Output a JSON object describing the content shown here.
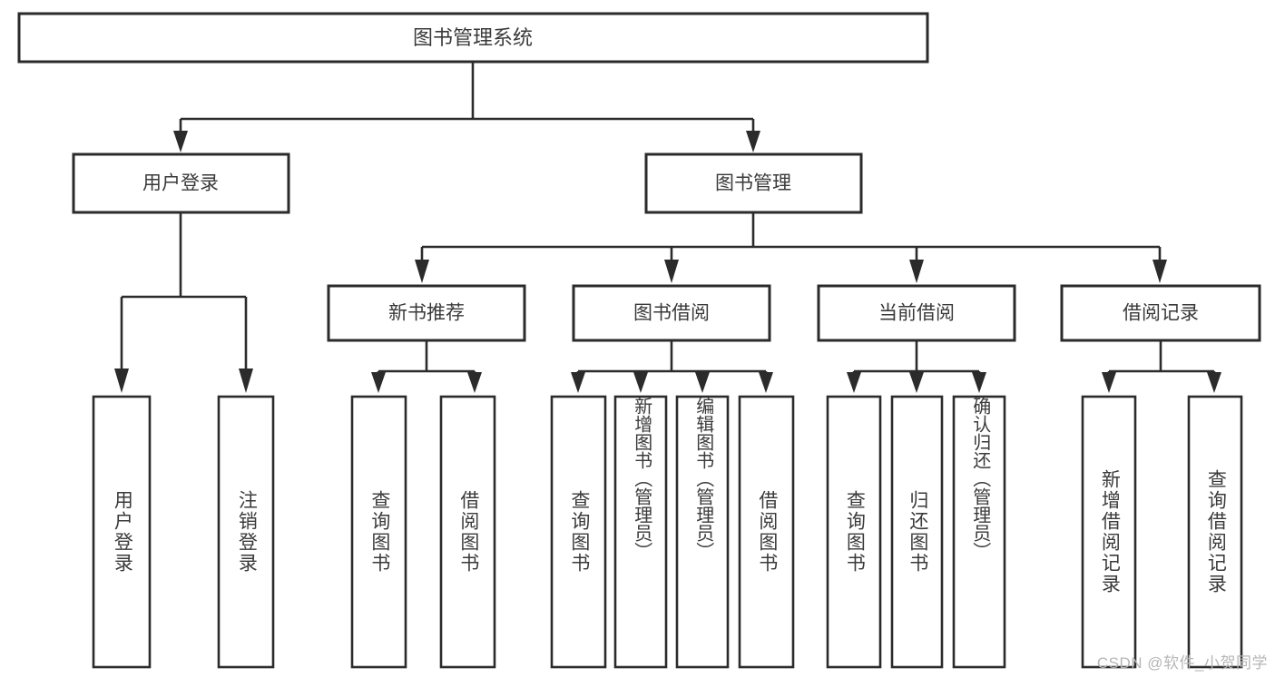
{
  "diagram": {
    "title": "图书管理系统",
    "watermark": "CSDN @软件_小贺同学",
    "root": {
      "id": "root",
      "label": "图书管理系统"
    },
    "level2": [
      {
        "id": "user-login",
        "label": "用户登录"
      },
      {
        "id": "book-management",
        "label": "图书管理"
      }
    ],
    "level3": [
      {
        "id": "new-book-recommend",
        "label": "新书推荐"
      },
      {
        "id": "book-borrow",
        "label": "图书借阅"
      },
      {
        "id": "current-borrow",
        "label": "当前借阅"
      },
      {
        "id": "borrow-record",
        "label": "借阅记录"
      }
    ],
    "leaves": {
      "user_login": [
        {
          "id": "leaf-user-login",
          "label": "用户登录"
        },
        {
          "id": "leaf-logout-login",
          "label": "注销登录"
        }
      ],
      "new_book_recommend": [
        {
          "id": "leaf-query-book-1",
          "label": "查询图书"
        },
        {
          "id": "leaf-borrow-book-1",
          "label": "借阅图书"
        }
      ],
      "book_borrow": [
        {
          "id": "leaf-query-book-2",
          "label": "查询图书"
        },
        {
          "id": "leaf-add-book-admin",
          "label": "新增图书（管理员）"
        },
        {
          "id": "leaf-edit-book-admin",
          "label": "编辑图书（管理员）"
        },
        {
          "id": "leaf-borrow-book-2",
          "label": "借阅图书"
        }
      ],
      "current_borrow": [
        {
          "id": "leaf-query-book-3",
          "label": "查询图书"
        },
        {
          "id": "leaf-return-book",
          "label": "归还图书"
        },
        {
          "id": "leaf-confirm-return-admin",
          "label": "确认归还（管理员）"
        }
      ],
      "borrow_record": [
        {
          "id": "leaf-add-borrow-record",
          "label": "新增借阅记录"
        },
        {
          "id": "leaf-query-borrow-record",
          "label": "查询借阅记录"
        }
      ]
    },
    "colors": {
      "stroke": "#2b2b2b",
      "text": "#3a3a3a",
      "background": "#ffffff",
      "watermark": "#b6b6b6"
    }
  }
}
